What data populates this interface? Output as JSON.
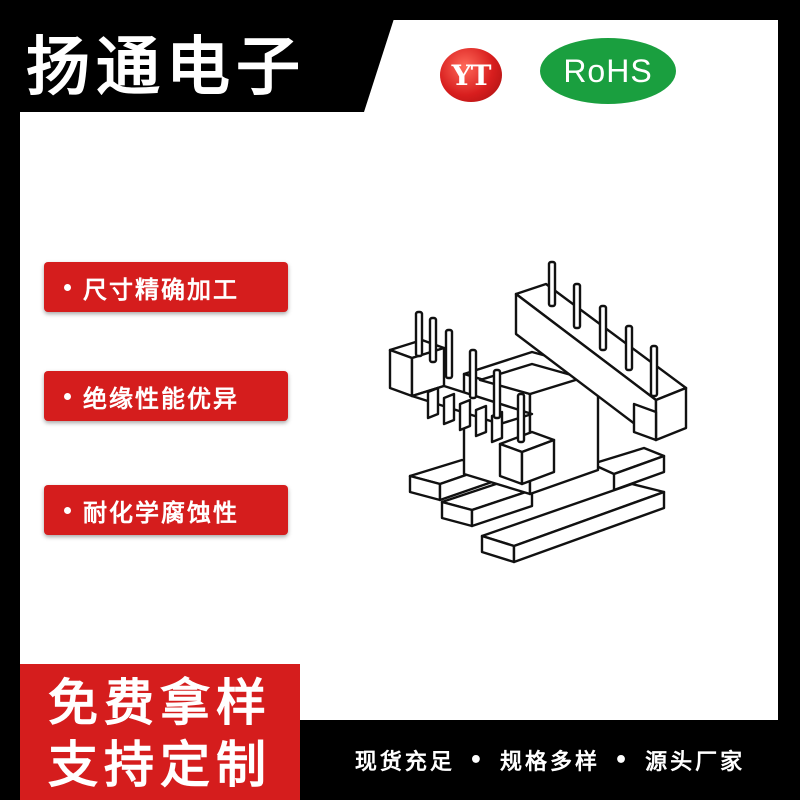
{
  "brand": {
    "name": "扬通电子",
    "logo_text": "YT",
    "logo_color": "#d81e1e",
    "certification": "RoHS",
    "certification_color": "#1a9f3f"
  },
  "features": [
    "尺寸精确加工",
    "绝缘性能优异",
    "耐化学腐蚀性"
  ],
  "cta": {
    "line1": "免费拿样",
    "line2": "支持定制"
  },
  "tagline": {
    "items": [
      "现货充足",
      "规格多样",
      "源头厂家"
    ],
    "separator": "•"
  },
  "colors": {
    "accent_red": "#d51d1d",
    "background": "#000000",
    "panel": "#ffffff"
  },
  "product": {
    "icon": "transformer-bobbin-icon"
  }
}
